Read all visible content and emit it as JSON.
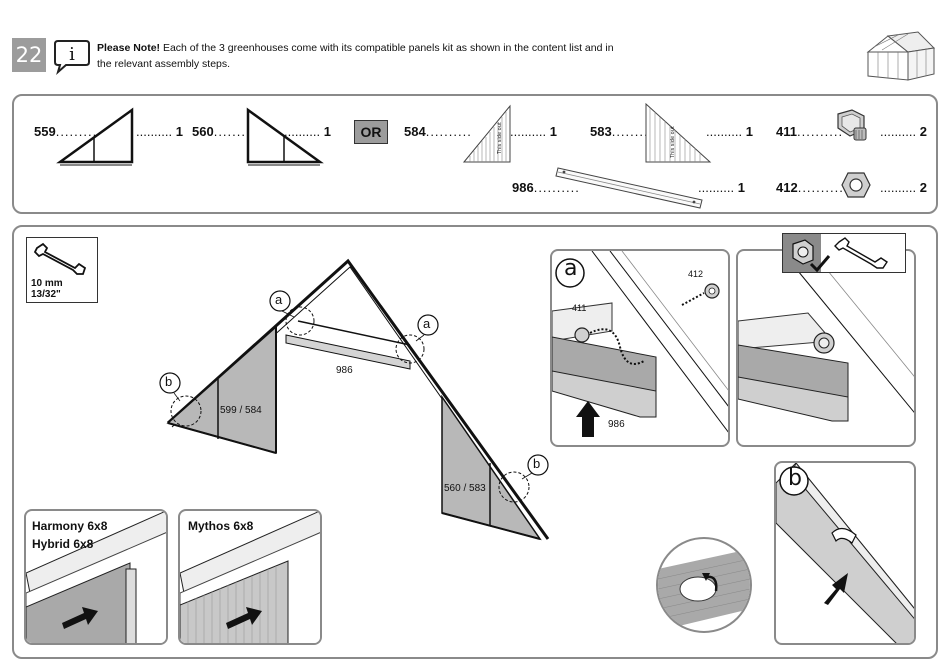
{
  "step": {
    "number": "22"
  },
  "note": {
    "bold": "Please Note!",
    "text": " Each of the 3 greenhouses come with its compatible panels kit as shown in the content list and in the relevant assembly steps."
  },
  "parts": [
    {
      "code": "559",
      "qty": "1"
    },
    {
      "code": "560",
      "qty": "1"
    },
    {
      "code": "584",
      "qty": "1"
    },
    {
      "code": "583",
      "qty": "1"
    },
    {
      "code": "411",
      "qty": "2"
    },
    {
      "code": "986",
      "qty": "1"
    },
    {
      "code": "412",
      "qty": "2"
    }
  ],
  "or_label": "OR",
  "dots": "..........",
  "side_text": "This side out",
  "tool": {
    "size_mm": "10 mm",
    "size_in": "13/32\""
  },
  "main_labels": {
    "a": "a",
    "b": "b",
    "left_panel": "599 / 584",
    "right_panel": "560 / 583",
    "bar": "986"
  },
  "detail_a": {
    "tag": "a",
    "label_411": "411",
    "label_412": "412",
    "label_986": "986"
  },
  "detail_b": {
    "tag": "b"
  },
  "models": {
    "left_line1": "Harmony 6x8",
    "left_line2": "Hybrid 6x8",
    "right": "Mythos 6x8"
  }
}
